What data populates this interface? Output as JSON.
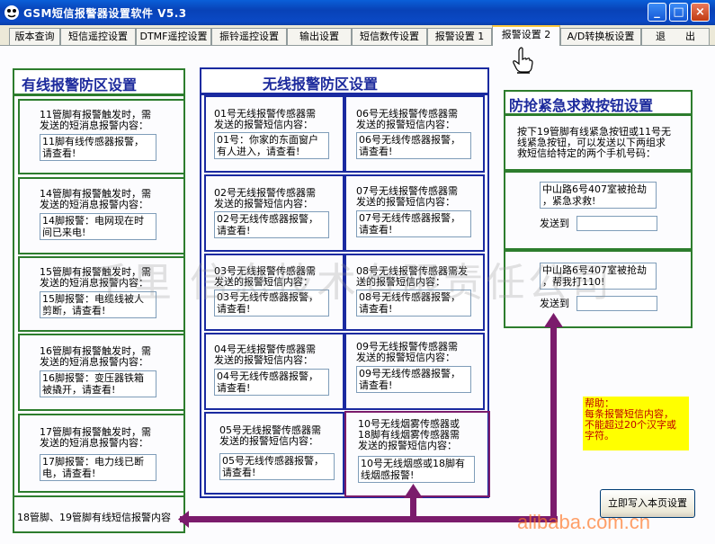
{
  "window": {
    "title": "GSM短信报警器设置软件 V5.3"
  },
  "tabs": [
    {
      "label": "版本查询"
    },
    {
      "label": "短信遥控设置"
    },
    {
      "label": "DTMF遥控设置"
    },
    {
      "label": "振铃遥控设置"
    },
    {
      "label": "输出设置"
    },
    {
      "label": "短信数传设置"
    },
    {
      "label": "报警设置 1"
    },
    {
      "label": "报警设置 2"
    },
    {
      "label": "A/D转换板设置"
    },
    {
      "label": "退　　出"
    }
  ],
  "wired": {
    "title": "有线报警防区设置",
    "zones": [
      {
        "l1": "11管脚有报警触发时，需",
        "l2": "发送的短消息报警内容：",
        "v1": "11脚有线传感器报警，",
        "v2": "请查看!"
      },
      {
        "l1": "14管脚有报警触发时，需",
        "l2": "发送的短消息报警内容：",
        "v1": "14脚报警：电网现在时",
        "v2": "间已来电!"
      },
      {
        "l1": "15管脚有报警触发时，需",
        "l2": "发送的短消息报警内容：",
        "v1": "15脚报警：电缆线被人",
        "v2": "剪断，请查看!"
      },
      {
        "l1": "16管脚有报警触发时，需",
        "l2": "发送的短消息报警内容：",
        "v1": "16脚报警：变压器铁箱",
        "v2": "被撬开，请查看!"
      },
      {
        "l1": "17管脚有报警触发时，需",
        "l2": "发送的短消息报警内容：",
        "v1": "17脚报警：电力线已断",
        "v2": "电，请查看!"
      }
    ],
    "footer": "18管脚、19管脚有线短信报警内容"
  },
  "wireless": {
    "title": "无线报警防区设置",
    "zones": [
      {
        "l1": "01号无线报警传感器需",
        "l2": "发送的报警短信内容：",
        "v1": "01号：你家的东面窗户",
        "v2": "有人进入，请查看!"
      },
      {
        "l1": "06号无线报警传感器需",
        "l2": "发送的报警短信内容：",
        "v1": "06号无线传感器报警，",
        "v2": "请查看!"
      },
      {
        "l1": "02号无线报警传感器需",
        "l2": "发送的报警短信内容：",
        "v1": "02号无线传感器报警，",
        "v2": "请查看!"
      },
      {
        "l1": "07号无线报警传感器需",
        "l2": "发送的报警短信内容：",
        "v1": "07号无线传感器报警，",
        "v2": "请查看!"
      },
      {
        "l1": "03号无线报警传感器需",
        "l2": "发送的报警短信内容：",
        "v1": "03号无线传感器报警，",
        "v2": "请查看!"
      },
      {
        "l1": "08号无线报警传感器需发",
        "l2": "送的报警短信内容：",
        "v1": "08号无线传感器报警，",
        "v2": "请查看!"
      },
      {
        "l1": "04号无线报警传感器需",
        "l2": "发送的报警短信内容：",
        "v1": "04号无线传感器报警，",
        "v2": "请查看!"
      },
      {
        "l1": "09号无线报警传感器需",
        "l2": "发送的报警短信内容：",
        "v1": "09号无线传感器报警，",
        "v2": "请查看!"
      },
      {
        "l1": "05号无线报警传感器需",
        "l2": "发送的报警短信内容：",
        "v1": "05号无线传感器报警，",
        "v2": "请查看!"
      }
    ],
    "smoke": {
      "l1": "10号无线烟雾传感器或",
      "l2": "18脚有线烟雾传感器需",
      "l3": "发送的报警短信内容：",
      "v1": "10号无线烟感或18脚有",
      "v2": "线烟感报警!"
    }
  },
  "panic": {
    "title": "防抢紧急求救按钮设置",
    "desc1": "按下19管脚有线紧急按钮或11号无",
    "desc2": "线紧急按钮，可以发送以下两组求",
    "desc3": "救短信给特定的两个手机号码：",
    "msg1a": "中山路6号407室被抢劫",
    "msg1b": "，紧急求救!",
    "msg2a": "中山路6号407室被抢劫",
    "msg2b": "，帮我打110!",
    "send_label": "发送到",
    "phone1": "",
    "phone2": ""
  },
  "help": {
    "title": "帮助：",
    "l1": "每条报警短信内容，",
    "l2": "不能超过20个汉字或",
    "l3": "字符。"
  },
  "write_button": "立即写入本页设置",
  "watermark": "千里   信息技术有限责任公司",
  "site_watermark": "alibaba.com.cn",
  "colors": {
    "wired_border": "#2d7d2d",
    "wireless_border": "#1a2aa0",
    "pipe": "#7b1c6c",
    "help_bg": "#ffff00",
    "help_text": "#c00000",
    "title_bar": "#0842b7"
  }
}
